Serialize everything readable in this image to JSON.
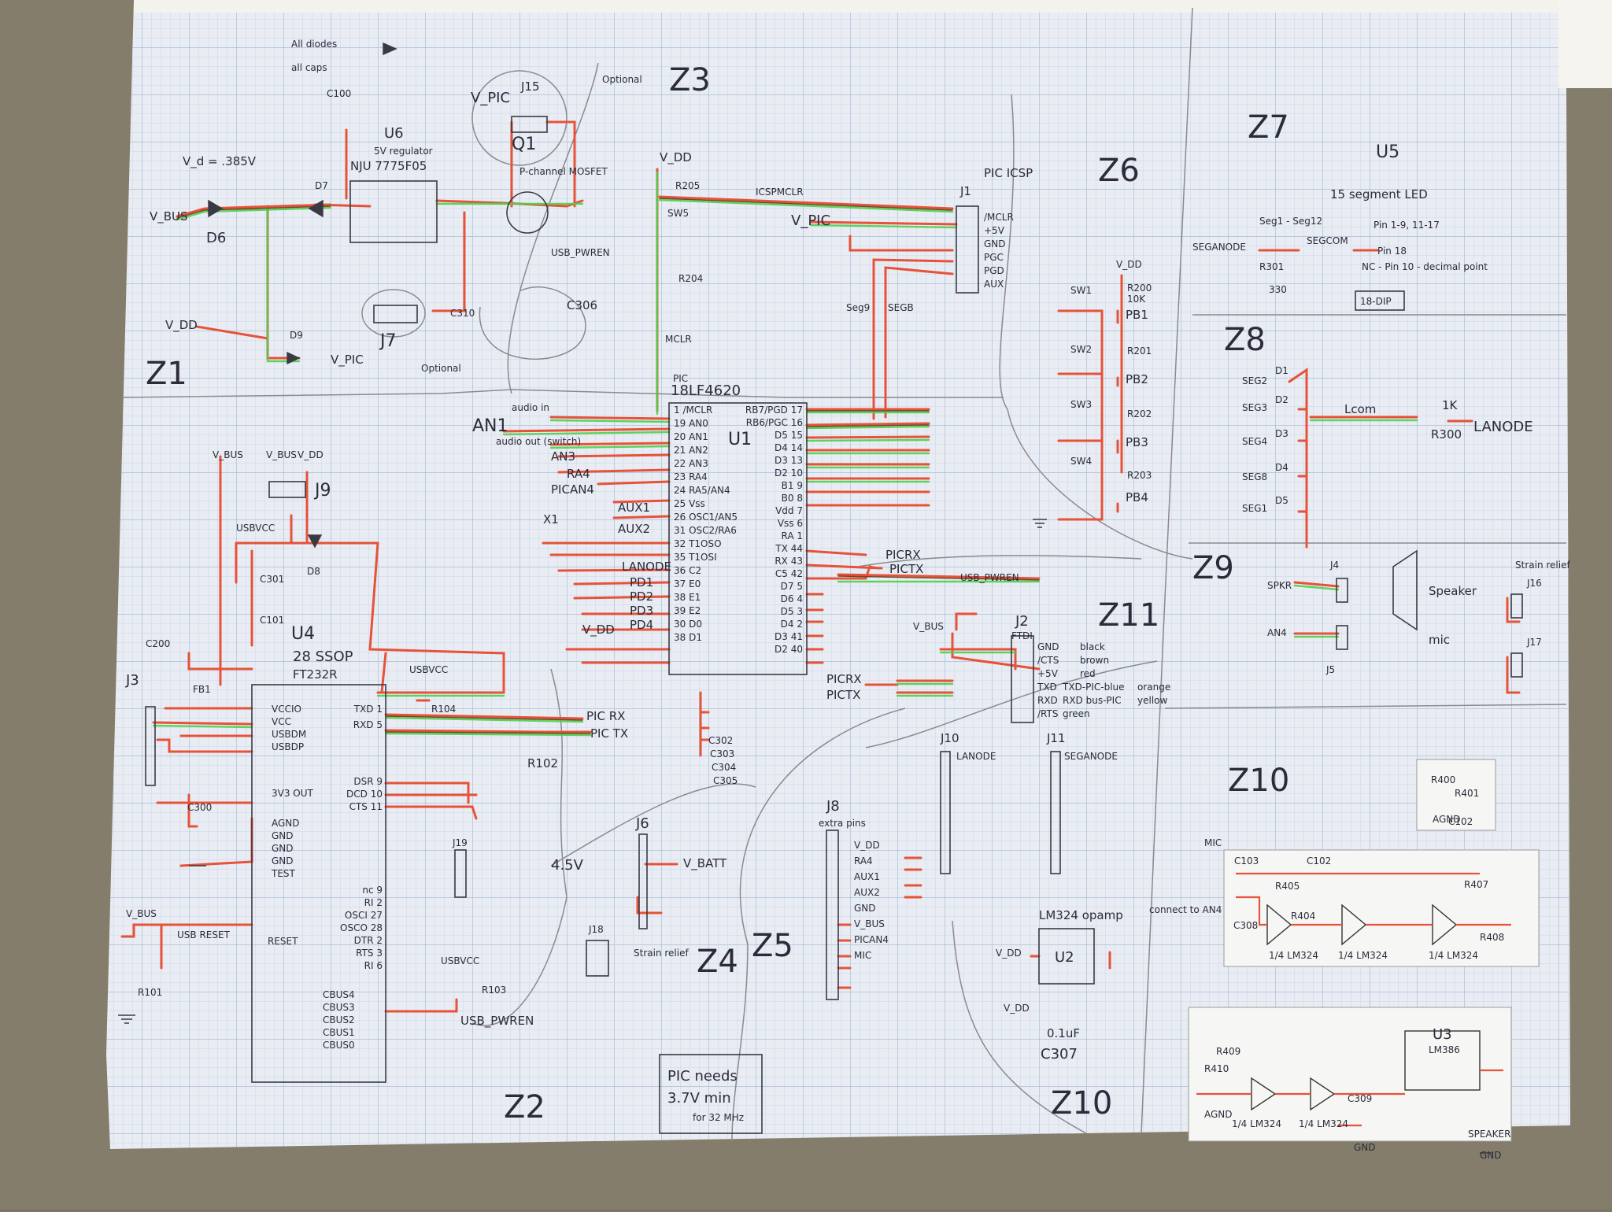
{
  "notes": {
    "diodes": "All diodes",
    "caps": "all caps",
    "vd": "V_d = .385V",
    "optional": "Optional",
    "optional2": "Optional"
  },
  "zones": [
    "Z1",
    "Z2",
    "Z3",
    "Z4",
    "Z5",
    "Z6",
    "Z7",
    "Z8",
    "Z9",
    "Z10",
    "Z11",
    "Z10"
  ],
  "regulator": {
    "ref": "U6",
    "line1": "5V regulator",
    "line2": "NJU 7775F05"
  },
  "mcu": {
    "type": "PIC",
    "part": "18LF4620",
    "ref": "U1"
  },
  "ftdi": {
    "ref": "U4",
    "pkg": "28 SSOP",
    "part": "FT232R"
  },
  "icsp": {
    "title": "PIC ICSP",
    "ref": "J1",
    "pins": [
      "/MCLR",
      "+5V",
      "GND",
      "PGC",
      "PGD",
      "AUX"
    ]
  },
  "ftdi_conn": {
    "ref": "J2",
    "title": "FTDI",
    "pins": [
      "GND",
      "/CTS",
      "+5V",
      "TXD",
      "RXD",
      "/RTS"
    ],
    "colors": [
      "black",
      "brown",
      "red",
      "TXD-PIC-blue",
      "RXD bus-PIC",
      "green"
    ],
    "colors2": [
      "",
      "",
      "",
      "orange",
      "yellow",
      ""
    ]
  },
  "display": {
    "ref": "U5",
    "desc": "15 segment LED",
    "seg": "Seg1 - Seg12",
    "segpins": "Pin 1-9, 11-17",
    "segcom": "SEGCOM",
    "anode": "SEGANODE",
    "r301": "R301",
    "r301v": "330",
    "pin18": "Pin 18",
    "nc": "NC - Pin 10 - decimal point",
    "pkg": "18-DIP"
  },
  "leds": {
    "items": [
      "SEG2",
      "SEG3",
      "SEG4",
      "SEG8",
      "SEG1"
    ],
    "ds": [
      "D1",
      "D2",
      "D3",
      "D4",
      "D5"
    ],
    "lcom": "Lcom",
    "r": "1K",
    "rref": "R300",
    "out": "LANODE"
  },
  "buttons": {
    "sw": [
      "SW1",
      "SW2",
      "SW3",
      "SW4"
    ],
    "r": [
      "R200",
      "R201",
      "R202",
      "R203"
    ],
    "pb": [
      "PB1",
      "PB2",
      "PB3",
      "PB4"
    ],
    "rv": "10K"
  },
  "speaker": {
    "ref": "J4",
    "label": "Speaker",
    "sig": "SPKR"
  },
  "mic": {
    "ref": "J5",
    "label": "mic",
    "sig": "AN4"
  },
  "strain": {
    "title": "Strain relief",
    "refs": [
      "J16",
      "J17"
    ]
  },
  "battery": {
    "ref": "J6",
    "v": "4.5V",
    "out": "V_BATT",
    "relief": "Strain relief",
    "j18": "J18"
  },
  "extra": {
    "ref": "J8",
    "title": "extra pins",
    "pins": [
      "V_DD",
      "RA4",
      "AUX1",
      "AUX2",
      "GND",
      "V_BUS",
      "PICAN4",
      "MIC"
    ]
  },
  "opamp": {
    "title": "LM324 opamp",
    "ref": "U2",
    "cap": "0.1uF",
    "cref": "C307"
  },
  "pic_note": {
    "l1": "PIC needs",
    "l2": "3.7V min",
    "l3": "for 32 MHz"
  },
  "j10": {
    "ref": "J10",
    "top": "LANODE"
  },
  "j11": {
    "ref": "J11",
    "top": "SEGANODE"
  },
  "misc": {
    "j15": "J15",
    "q1": "Q1",
    "pchan": "P-channel MOSFET",
    "vpic": "V_PIC",
    "vbus": "V_BUS",
    "vdd": "V_DD",
    "d6": "D6",
    "d7": "D7",
    "d8": "D8",
    "d9": "D9",
    "j7": "J7",
    "j9": "J9",
    "j3": "J3",
    "j19": "J19",
    "c100": "C100",
    "c310": "C310",
    "c306": "C306",
    "r205": "R205",
    "r204": "R204",
    "sw5": "SW5",
    "mclr": "MCLR",
    "icspmclr": "ICSPMCLR",
    "usbvcc": "USBVCC",
    "usbpwren": "USB_PWREN",
    "picrx": "PIC RX",
    "pictx": "PIC TX",
    "picrx2": "PICRX",
    "pictx2": "PICTX",
    "r102": "R102",
    "r103": "R103",
    "r104": "R104",
    "r101": "R101",
    "usbreset": "USB RESET",
    "c302": "C302",
    "c303": "C303",
    "c304": "C304",
    "c305": "C305",
    "x1": "X1",
    "fb1": "FB1",
    "c101": "C101",
    "c301": "C301",
    "c300": "C300",
    "c200": "C200",
    "an1": "AN1",
    "an3": "AN3",
    "ra4": "RA4",
    "pican4": "PICAN4",
    "aux1": "AUX1",
    "aux2": "AUX2",
    "lanode": "LANODE",
    "seg9": "Seg9",
    "segb": "SEGB",
    "pd": [
      "PD1",
      "PD2",
      "PD3",
      "PD4"
    ],
    "u3": "U3",
    "lm386": "LM386",
    "quarter": "1/4 LM324",
    "mic": "MIC",
    "agnd": "AGND",
    "gnd": "GND",
    "speaker": "SPEAKER",
    "c103": "C103",
    "c102": "C102",
    "r405": "R405",
    "r407": "R407",
    "r408": "R408",
    "r404": "R404",
    "r400": "R400",
    "r401": "R401",
    "c309": "C309",
    "r410": "R410",
    "r409": "R409",
    "c308": "C308",
    "connect": "connect to AN4",
    "audio_in": "audio in",
    "audio_out": "audio out (switch)"
  },
  "u1_left": [
    "1 /MCLR",
    "19 AN0",
    "20 AN1",
    "21 AN2",
    "22 AN3",
    "23 RA4",
    "24 RA5/AN4",
    "25 Vss",
    "26 OSC1/AN5",
    "31 OSC2/RA6",
    "32 T1OSO",
    "35 T1OSI",
    "36 C2",
    "37 E0",
    "38 E1",
    "39 E2",
    "30 D0",
    "38 D1"
  ],
  "u1_right": [
    "RB7/PGD 17",
    "RB6/PGC 16",
    "D5 15",
    "D4 14",
    "D3 13",
    "D2 10",
    "B1 9",
    "B0 8",
    "Vdd 7",
    "Vss 6",
    "RA 1",
    "TX 44",
    "RX 43",
    "C5 42",
    "D7 5",
    "D6 4",
    "D5 3",
    "D4 2",
    "D3 41",
    "D2 40"
  ],
  "u4_left": [
    "VCCIO",
    "VCC",
    "USBDM",
    "USBDP",
    "3V3 OUT",
    "AGND",
    "GND",
    "GND",
    "GND",
    "TEST",
    "RESET",
    "CBUS4",
    "CBUS3",
    "CBUS2",
    "CBUS1",
    "CBUS0"
  ],
  "u4_right": [
    "TXD 1",
    "RXD 5",
    "DSR 9",
    "DCD 10",
    "CTS 11",
    "nc 9",
    "RI 2",
    "OSCI 27",
    "OSCO 28",
    "DTR 2",
    "RTS 3",
    "RI 6"
  ]
}
